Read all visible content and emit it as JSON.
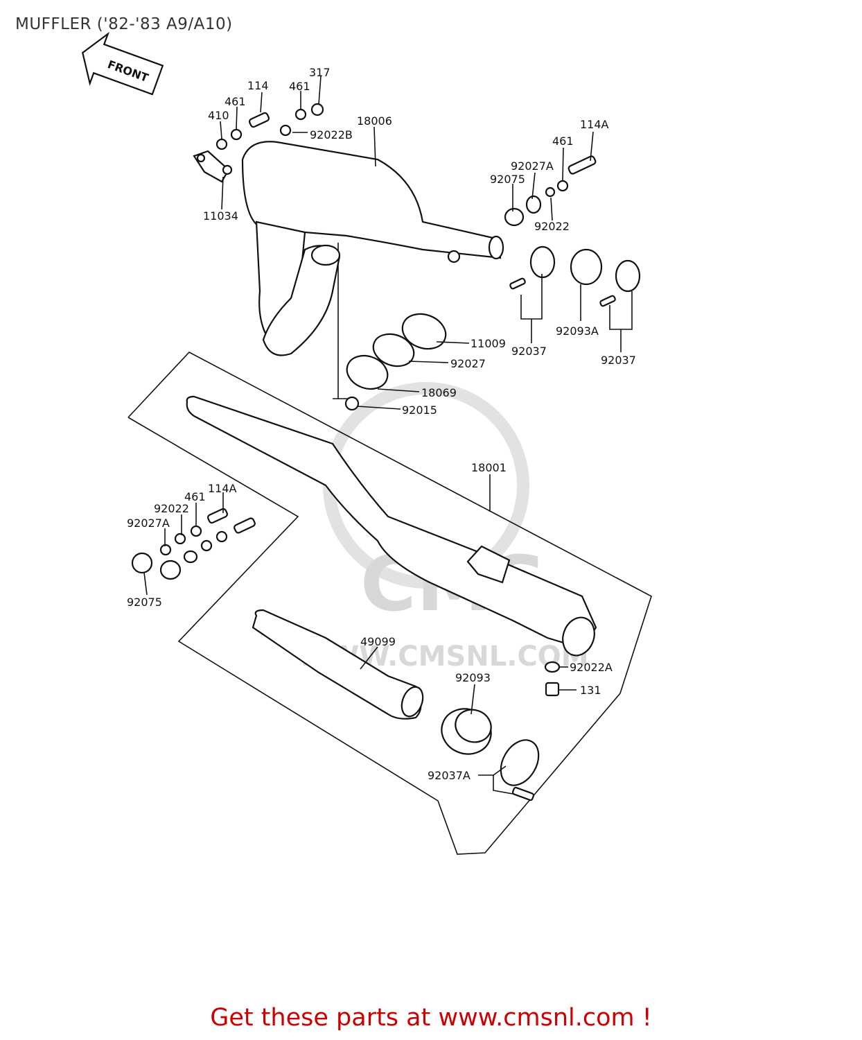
{
  "title": "MUFFLER ('82-'83 A9/A10)",
  "front_arrow_label": "FRONT",
  "watermark": {
    "brand": "CMS",
    "url": "WWW.CMSNL.COM"
  },
  "footer": {
    "text": "Get these parts at www.cmsnl.com !",
    "color": "#cc0000"
  },
  "parts": {
    "p317": "317",
    "p114": "114",
    "p461a": "461",
    "p461b": "461",
    "p410": "410",
    "p92022B": "92022B",
    "p18006": "18006",
    "p11034": "11034",
    "p114A_r": "114A",
    "p461_r": "461",
    "p92027A_r": "92027A",
    "p92075_r": "92075",
    "p92022_r": "92022",
    "p11009": "11009",
    "p92027": "92027",
    "p18069": "18069",
    "p92015": "92015",
    "p92037_a": "92037",
    "p92093A": "92093A",
    "p92037_b": "92037",
    "p18001": "18001",
    "p114A_l": "114A",
    "p461_l": "461",
    "p92022_l": "92022",
    "p92027A_l": "92027A",
    "p92075_l": "92075",
    "p49099": "49099",
    "p92093": "92093",
    "p92022A": "92022A",
    "p131": "131",
    "p92037A": "92037A"
  }
}
